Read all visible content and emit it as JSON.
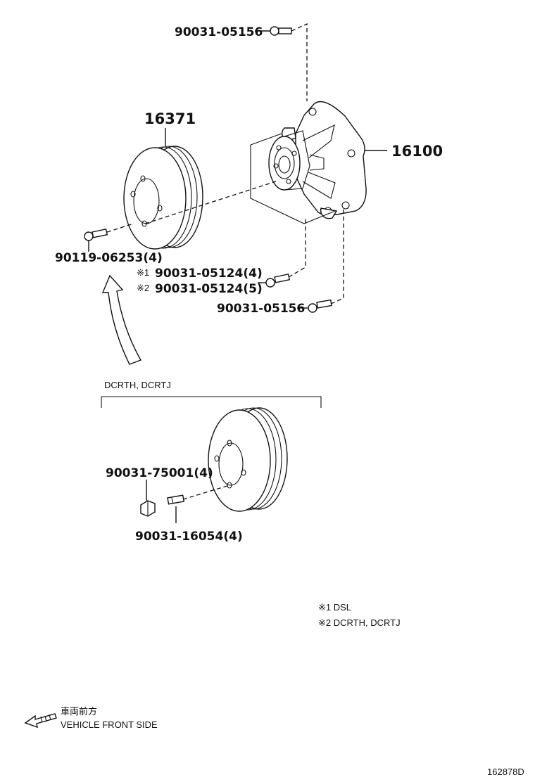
{
  "part_numbers": {
    "bolt_top": "90031-05156",
    "pulley": "16371",
    "pump": "16100",
    "pulley_bolt": "90119-06253(4)",
    "bolt_mid_1": "90031-05124(4)",
    "bolt_mid_2": "90031-05124(5)",
    "bolt_bottom": "90031-05156",
    "nut": "90031-75001(4)",
    "stud": "90031-16054(4)"
  },
  "markers": {
    "note1": "※1",
    "note2": "※2"
  },
  "variant": {
    "label": "DCRTH, DCRTJ"
  },
  "notes": {
    "line1": "※1 DSL",
    "line2": "※2 DCRTH, DCRTJ"
  },
  "direction": {
    "jp": "車両前方",
    "en": "VEHICLE FRONT SIDE"
  },
  "figure_id": "162878D"
}
